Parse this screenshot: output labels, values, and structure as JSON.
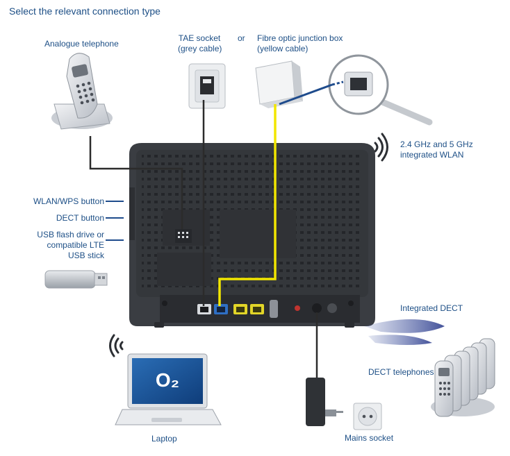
{
  "header": {
    "title": "Select the relevant connection type"
  },
  "labels": {
    "analogue_telephone": "Analogue telephone",
    "tae_socket_line1": "TAE socket",
    "tae_socket_line2": "(grey cable)",
    "or": "or",
    "fibre_box_line1": "Fibre optic junction box",
    "fibre_box_line2": "(yellow cable)",
    "wlan_line1": "2.4 GHz and 5 GHz",
    "wlan_line2": "integrated WLAN",
    "wlan_wps_button": "WLAN/WPS button",
    "dect_button": "DECT button",
    "usb_line1": "USB flash drive or",
    "usb_line2": "compatible LTE",
    "usb_line3": "USB stick",
    "integrated_dect": "Integrated DECT",
    "dect_telephones": "DECT telephones",
    "laptop": "Laptop",
    "mains_socket": "Mains socket",
    "laptop_logo": "O₂"
  },
  "colors": {
    "text": "#1d4f86",
    "router": "#3a3d42",
    "grey_cable": "#2b2b2b",
    "yellow_cable": "#f2e600",
    "accent_blue": "#1e4b8c"
  }
}
